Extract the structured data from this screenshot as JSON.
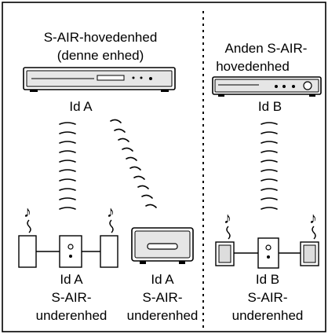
{
  "left": {
    "main_title_line1": "S-AIR-hovedenhed",
    "main_title_line2": "(denne enhed)",
    "main_id": "Id A",
    "sub_left_id": "Id A",
    "sub_left_line1": "S-AIR-",
    "sub_left_line2": "underenhed",
    "sub_right_id": "Id A",
    "sub_right_line1": "S-AIR-",
    "sub_right_line2": "underenhed"
  },
  "right": {
    "main_title_line1": "Anden S-AIR-",
    "main_title_line2": "hovedenhed",
    "main_id": "Id B",
    "sub_id": "Id B",
    "sub_line1": "S-AIR-",
    "sub_line2": "underenhed"
  },
  "colors": {
    "stroke": "#000000",
    "panel_fill": "#e6e6e6",
    "background": "#ffffff"
  },
  "icons": [
    "music-note-icon",
    "speaker-icon",
    "subwoofer-icon",
    "amplifier-icon",
    "receiver-icon",
    "wireless-wave-icon"
  ]
}
